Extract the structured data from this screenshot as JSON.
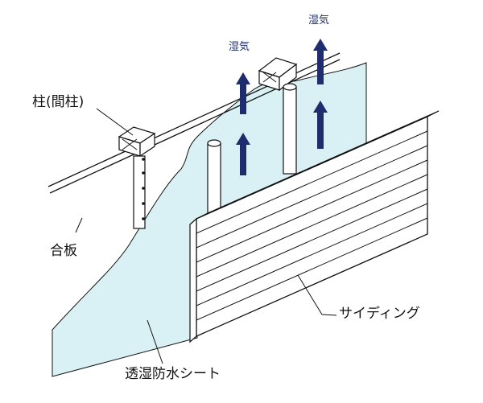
{
  "labels": {
    "column": "柱(間柱)",
    "plywood": "合板",
    "siding": "サイディング",
    "sheet": "透湿防水シート",
    "moisture_left": "湿気",
    "moisture_right": "湿気"
  },
  "colors": {
    "sheet_fill": "#d9f1f4",
    "arrow": "#1f2d6e",
    "line": "#111111",
    "panel": "#ffffff"
  },
  "icons": {
    "moisture_arrow": "arrow-up-icon"
  }
}
